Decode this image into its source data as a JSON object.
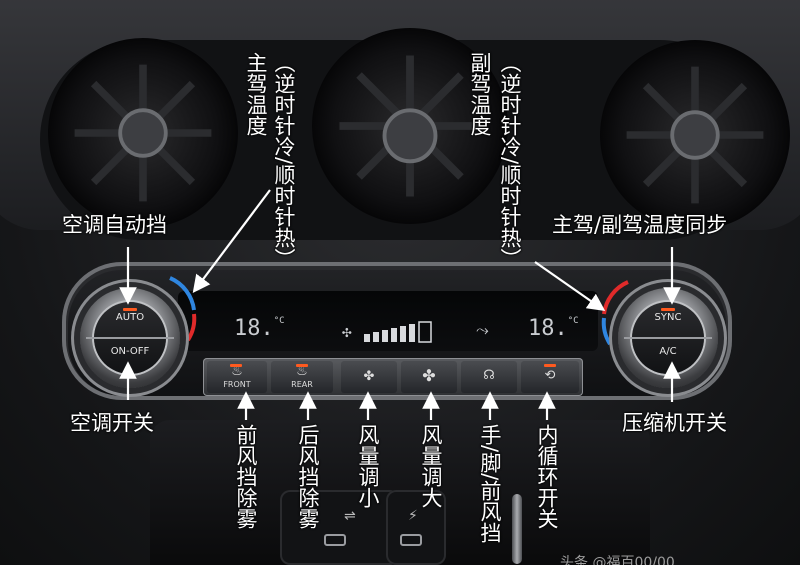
{
  "labels": {
    "driver_temp": "主驾温度",
    "driver_temp_note": "（逆时针冷/顺时针热）",
    "passenger_temp": "副驾温度",
    "passenger_temp_note": "（逆时针冷/顺时针热）",
    "auto_mode": "空调自动挡",
    "ac_power": "空调开关",
    "sync": "主驾/副驾温度同步",
    "compressor": "压缩机开关",
    "front_defrost": "前风挡除雾",
    "rear_defrost": "后风挡除雾",
    "fan_down": "风量调小",
    "fan_up": "风量调大",
    "airflow_mode": "手/脚/前风挡",
    "recirculation": "内循环开关"
  },
  "panel": {
    "left_knob_top": "AUTO",
    "left_knob_bottom": "ON-OFF",
    "right_knob_top": "SYNC",
    "right_knob_bottom": "A/C",
    "left_temp": "18.",
    "right_temp": "18.",
    "temp_unit": "°C",
    "front_button": "FRONT",
    "rear_button": "REAR"
  },
  "colors": {
    "cold": "#2f86e0",
    "hot": "#e02a2a",
    "led": "#ff5a1f"
  },
  "watermark": "头条 @福百00/00"
}
